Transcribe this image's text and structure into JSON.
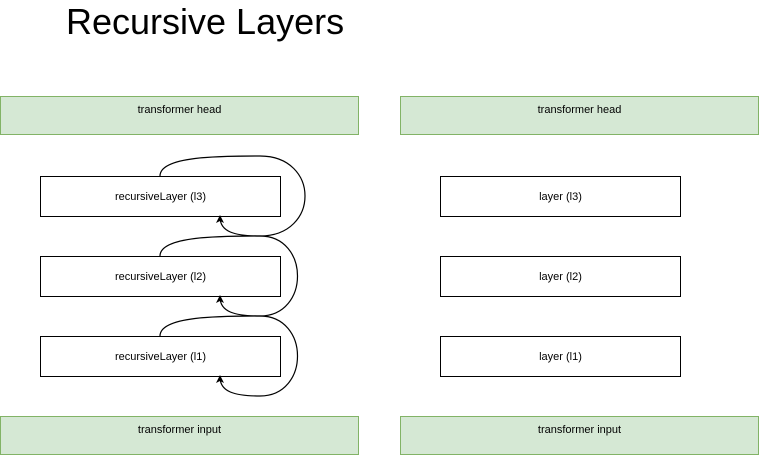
{
  "title": "Recursive Layers",
  "left": {
    "head": "transformer head",
    "layers": [
      "recursiveLayer (l3)",
      "recursiveLayer (l2)",
      "recursiveLayer (l1)"
    ],
    "input": "transformer input"
  },
  "right": {
    "head": "transformer head",
    "layers": [
      "layer (l3)",
      "layer (l2)",
      "layer (l1)"
    ],
    "input": "transformer input"
  },
  "colors": {
    "box_fill": "#d5e8d4",
    "box_stroke": "#82b366",
    "line": "#000000"
  }
}
